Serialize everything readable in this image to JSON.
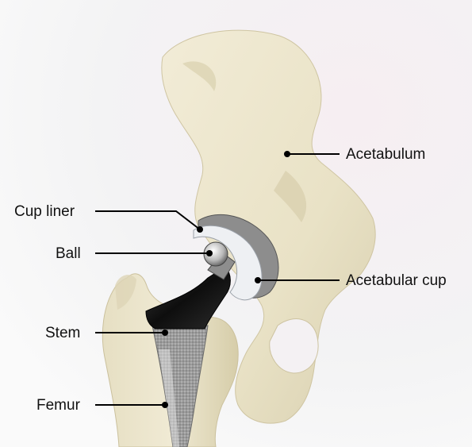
{
  "labels": {
    "acetabulum": "Acetabulum",
    "cup_liner": "Cup liner",
    "ball": "Ball",
    "acetabular_cup": "Acetabular cup",
    "stem": "Stem",
    "femur": "Femur"
  },
  "colors": {
    "bone": "#ece6cf",
    "bone_shadow": "#c9bf9c",
    "implant_metal": "#9a9a9a",
    "stem_black": "#1a1a1a",
    "liner": "#e8ebef",
    "leader_line": "#000000"
  }
}
